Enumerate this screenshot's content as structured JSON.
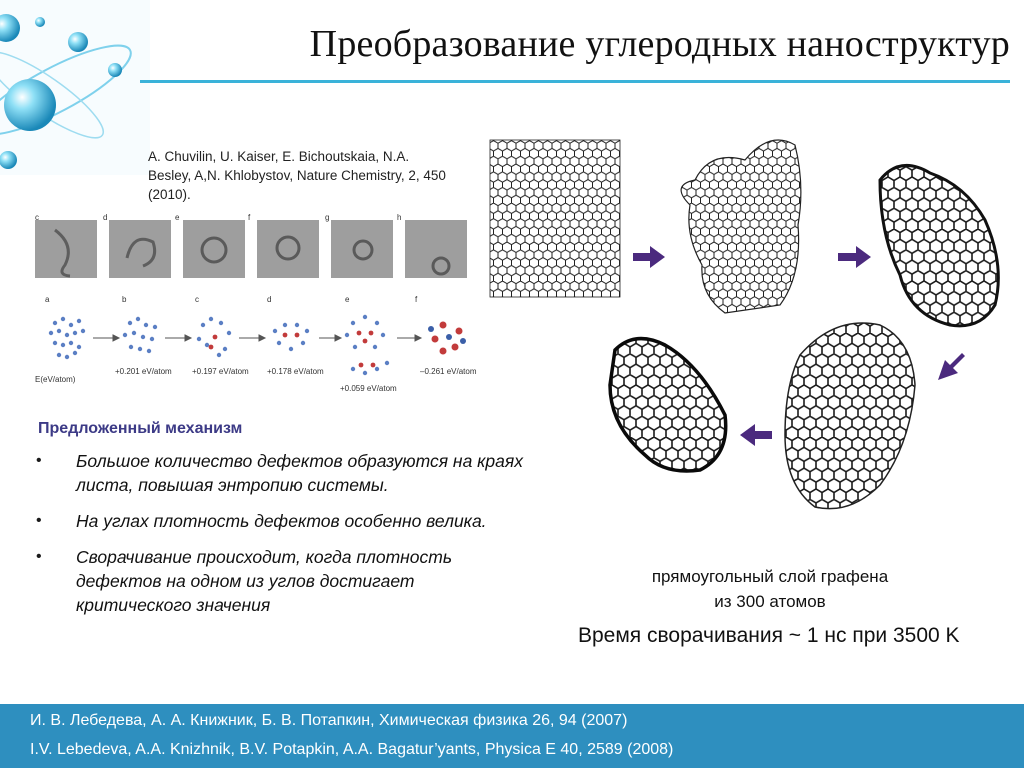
{
  "title": "Преобразование углеродных наноструктур",
  "citation": "A. Chuvilin, U. Kaiser, E. Bichoutskaia, N.A. Besley, A,N. Khlobystov, Nature Chemistry, 2, 450 (2010).",
  "micrographs": {
    "labels": [
      "c",
      "d",
      "e",
      "f",
      "g",
      "h"
    ]
  },
  "schematic": {
    "labels": [
      "a",
      "b",
      "c",
      "d",
      "e",
      "f"
    ],
    "energy_axis": "E(eV/atom)",
    "energies": [
      "+0.201 eV/atom",
      "+0.197 eV/atom",
      "+0.178 eV/atom",
      "+0.059 eV/atom",
      "–0.261 eV/atom"
    ]
  },
  "mechanism": {
    "heading": "Предложенный механизм",
    "bullets": [
      "Большое количество дефектов образуются на краях листа, повышая энтропию системы.",
      "На углах плотность дефектов особенно велика.",
      "Сворачивание происходит, когда плотность дефектов на одном из углов достигает критического значения"
    ]
  },
  "caption": "прямоугольный слой графена\nиз 300 атомов",
  "folding_time": "Время сворачивания ~ 1 нс при 3500 K",
  "footer": {
    "ref1": "И. В. Лебедева, А. А. Книжник, Б. В. Потапкин, Химическая физика 26, 94 (2007)",
    "ref2": "I.V. Lebedeva, A.A. Knizhnik, B.V. Potapkin, A.A. Bagatur’yants, Physica E 40, 2589 (2008)"
  },
  "colors": {
    "accent_rule": "#3ab2d9",
    "footer_bg": "#2e8fbf",
    "heading": "#3c3a86",
    "arrow": "#4b2a7e"
  }
}
